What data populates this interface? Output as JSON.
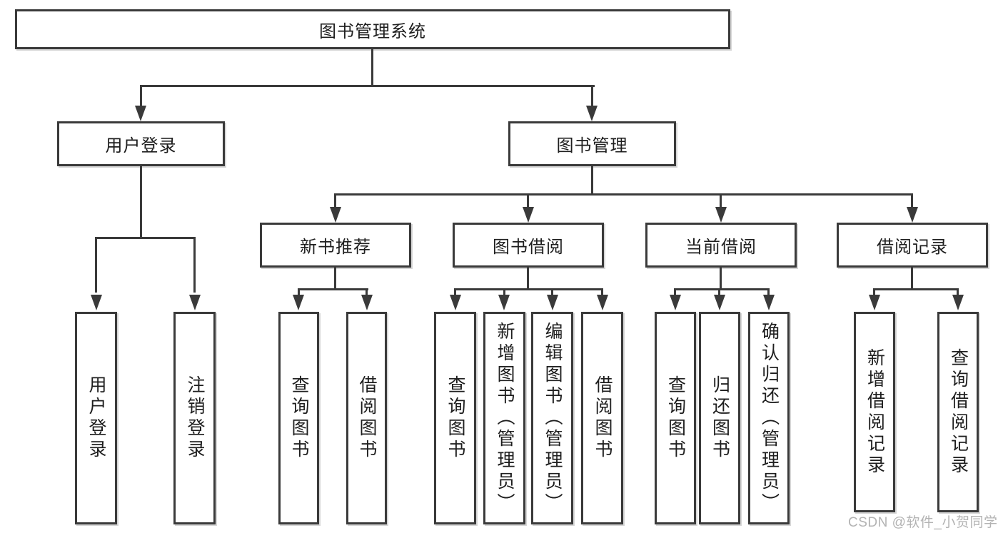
{
  "tree": {
    "root": "图书管理系统",
    "level2": [
      "用户登录",
      "图书管理"
    ],
    "level3": [
      "新书推荐",
      "图书借阅",
      "当前借阅",
      "借阅记录"
    ],
    "leaves": [
      "用户登录",
      "注销登录",
      "查询图书",
      "借阅图书",
      "查询图书",
      "新增图书（管理员）",
      "编辑图书（管理员）",
      "借阅图书",
      "查询图书",
      "归还图书",
      "确认归还（管理员）",
      "新增借阅记录",
      "查询借阅记录"
    ]
  },
  "watermark": "CSDN @软件_小贺同学",
  "colors": {
    "line": "#3a3a3a",
    "text": "#1e1e1e",
    "watermark": "#b3b3b3",
    "background": "#ffffff"
  }
}
